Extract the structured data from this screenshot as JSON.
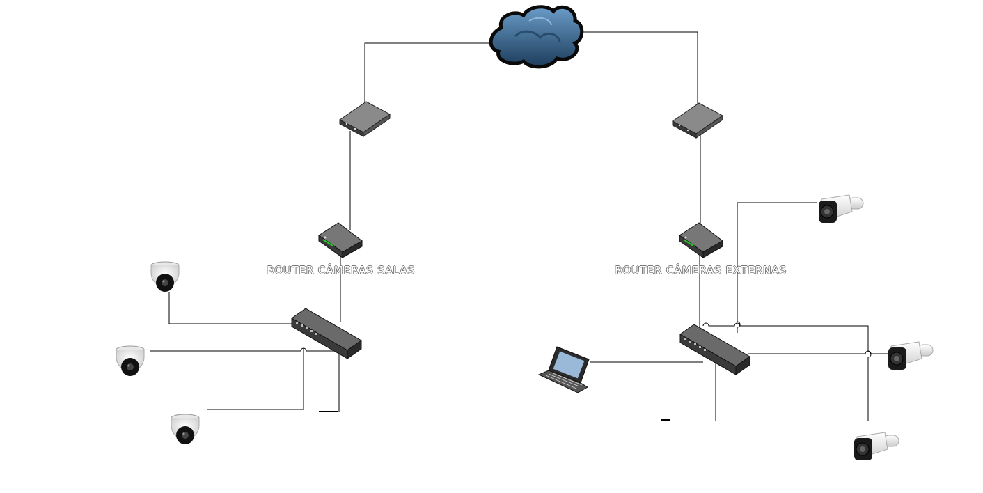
{
  "labels": {
    "left_router": "ROUTER CÂMERAS SALAS",
    "right_router": "ROUTER CÂMERAS EXTERNAS"
  },
  "nodes": [
    {
      "id": "internet",
      "icon": "cloud-icon"
    },
    {
      "id": "modem-left",
      "icon": "modem-icon"
    },
    {
      "id": "modem-right",
      "icon": "modem-icon"
    },
    {
      "id": "router-left",
      "icon": "router-icon"
    },
    {
      "id": "router-right",
      "icon": "router-icon"
    },
    {
      "id": "switch-left",
      "icon": "switch-icon"
    },
    {
      "id": "switch-right",
      "icon": "switch-icon"
    },
    {
      "id": "dome-camera-1",
      "icon": "dome-camera-icon"
    },
    {
      "id": "dome-camera-2",
      "icon": "dome-camera-icon"
    },
    {
      "id": "dome-camera-3",
      "icon": "dome-camera-icon"
    },
    {
      "id": "bullet-camera-1",
      "icon": "bullet-camera-icon"
    },
    {
      "id": "bullet-camera-2",
      "icon": "bullet-camera-icon"
    },
    {
      "id": "bullet-camera-3",
      "icon": "bullet-camera-icon"
    },
    {
      "id": "laptop",
      "icon": "laptop-icon"
    }
  ],
  "colors": {
    "cloud_fill": "#3a6f9e",
    "cloud_dark": "#1d3d5c",
    "device_dark": "#3a3a3a",
    "device_mid": "#555555",
    "device_light": "#8a8a8a",
    "led_green": "#22cc22",
    "camera_white": "#f2f2f2",
    "line": "#000000"
  }
}
